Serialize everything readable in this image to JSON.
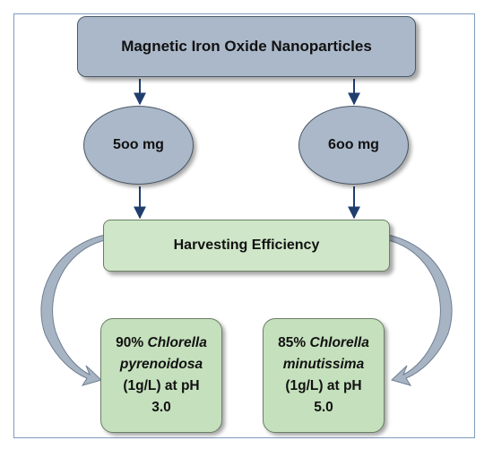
{
  "title": "Magnetic Iron Oxide Nanoparticles",
  "doses": [
    "5oo mg",
    "6oo mg"
  ],
  "outcome": "Harvesting Efficiency",
  "results": [
    {
      "percent": "90%",
      "species_line1": "Chlorella",
      "species_line2": "pyrenoidosa",
      "concentration": "(1g/L) at pH",
      "ph": "3.0"
    },
    {
      "percent": "85%",
      "species_line1": "Chlorella",
      "species_line2": "minutissima",
      "concentration": "(1g/L) at pH",
      "ph": "5.0"
    }
  ],
  "colors": {
    "grey_blue": "#aab8c9",
    "green_light": "#cfe6c8",
    "green_result": "#c5e0bd",
    "arrow": "#1f3e6e",
    "curved_arrow": "#a7b4c4"
  }
}
